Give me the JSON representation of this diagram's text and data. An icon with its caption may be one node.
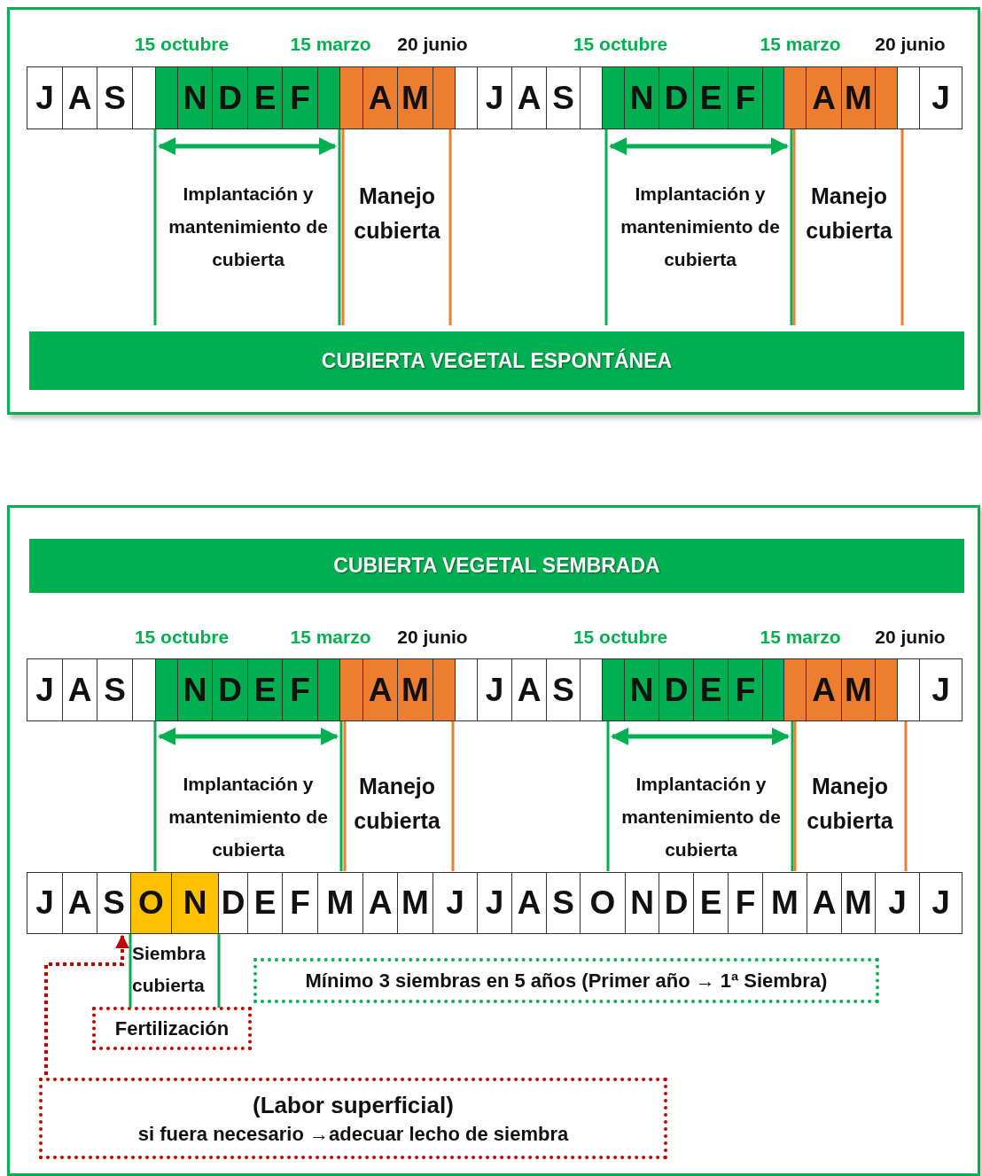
{
  "diagram": {
    "nodes": [
      {
        "text": [],
        "shape": "box"
      },
      {
        "text": [
          "CUBIERTA VEGETAL ESPONTÁNEA"
        ],
        "in": 0
      },
      {
        "text": [],
        "shape": "box"
      },
      {
        "text": [
          "CUBIERTA VEGETAL SEMBRADA"
        ],
        "in": 2
      },
      {
        "text": [
          "S"
        ],
        "in": 2
      },
      {
        "text": [
          "Mínimo 3 siembras en 5 años (Primer año → 1ª Siembra)"
        ],
        "in": 2
      },
      {
        "text": [
          "Fertilización"
        ],
        "in": 2
      },
      {
        "text": [
          "(Labor superficial)",
          "si fuera necesario →adecuar lecho de siembra"
        ],
        "in": 2
      }
    ],
    "edges": [
      {
        "from": 7,
        "to": 4,
        "arrow": "to",
        "style": "dashed",
        "color": "#c00000"
      }
    ],
    "labels": [
      "15 octubre",
      "15 marzo",
      "20 junio",
      "15 octubre",
      "15 marzo",
      "20 junio",
      "J",
      "A",
      "S",
      "N",
      "D",
      "E",
      "F",
      "A",
      "M",
      "J",
      "A",
      "S",
      "N",
      "D",
      "E",
      "F",
      "A",
      "M",
      "J",
      "Implantación y mantenimiento de cubierta",
      "Manejo cubierta",
      "Implantación y mantenimiento de cubierta",
      "Manejo cubierta",
      "15 octubre",
      "15 marzo",
      "20 junio",
      "15 octubre",
      "15 marzo",
      "20 junio",
      "J",
      "A",
      "S",
      "N",
      "D",
      "E",
      "F",
      "A",
      "M",
      "J",
      "A",
      "S",
      "N",
      "D",
      "E",
      "F",
      "A",
      "M",
      "J",
      "Implantación y mantenimiento de cubierta",
      "Manejo cubierta",
      "Implantación y mantenimiento de cubierta",
      "Manejo cubierta",
      "J",
      "A",
      "O",
      "N",
      "D",
      "E",
      "F",
      "M",
      "A",
      "M",
      "J",
      "J",
      "A",
      "S",
      "O",
      "N",
      "D",
      "E",
      "F",
      "M",
      "A",
      "M",
      "J",
      "J",
      "Siembra cubierta"
    ]
  }
}
